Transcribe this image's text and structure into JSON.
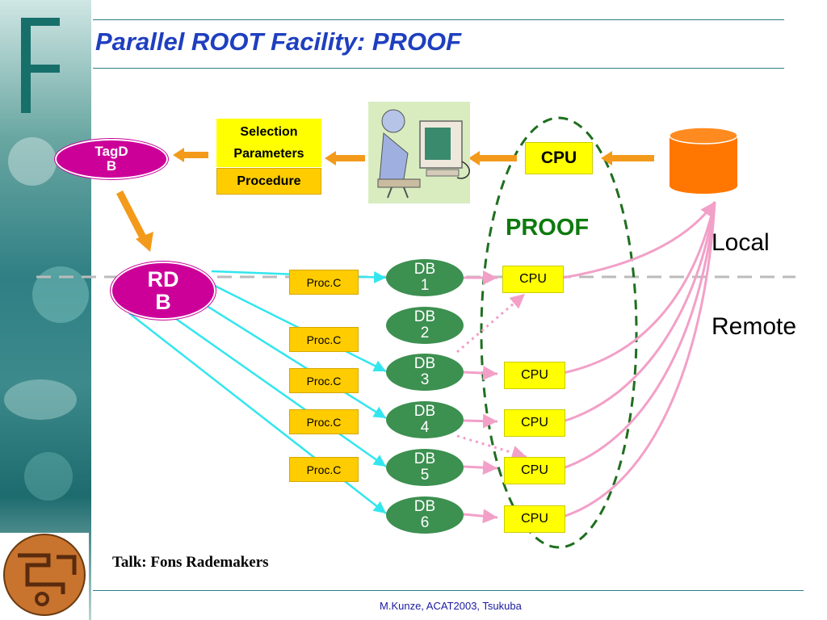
{
  "slide": {
    "title": "Parallel ROOT Facility: PROOF",
    "talk_credit": "Talk: Fons Rademakers",
    "footer": "M.Kunze, ACAT2003, Tsukuba"
  },
  "top_row": {
    "tagdb_label": "TagD\nB",
    "selection_label": "Selection\nParameters",
    "procedure_label": "Procedure",
    "cpu_label": "CPU"
  },
  "proof_label": "PROOF",
  "rdb_label": "RD\nB",
  "side_labels": {
    "local": "Local",
    "remote": "Remote"
  },
  "proc_boxes": [
    "Proc.C",
    "Proc.C",
    "Proc.C",
    "Proc.C",
    "Proc.C"
  ],
  "db_nodes": [
    "DB\n1",
    "DB\n2",
    "DB\n3",
    "DB\n4",
    "DB\n5",
    "DB\n6"
  ],
  "cpu_nodes": [
    "CPU",
    "CPU",
    "CPU",
    "CPU",
    "CPU"
  ],
  "colors": {
    "cyan_link": "#33e6ee",
    "pink_link": "#f2a0c8",
    "orange_arrow": "#f39a1b",
    "dashed_green": "#1f6f1f",
    "db_cylinder": "#ff7700"
  }
}
